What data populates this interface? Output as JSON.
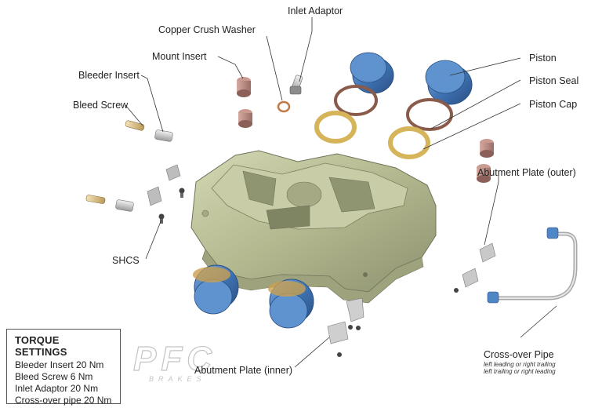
{
  "labels": {
    "inlet_adaptor": "Inlet Adaptor",
    "copper_crush_washer": "Copper Crush Washer",
    "mount_insert": "Mount Insert",
    "bleeder_insert": "Bleeder Insert",
    "bleed_screw": "Bleed Screw",
    "piston": "Piston",
    "piston_seal": "Piston Seal",
    "piston_cap": "Piston Cap",
    "abutment_plate_outer": "Abutment Plate (outer)",
    "shcs": "SHCS",
    "crossover_pipe": "Cross-over Pipe",
    "crossover_note_1": "left leading or right trailing",
    "crossover_note_2": "left trailing or right leading",
    "abutment_plate_inner": "Abutment Plate (inner)"
  },
  "torque": {
    "title": "TORQUE SETTINGS",
    "rows": [
      "Bleeder Insert 20 Nm",
      "Bleed Screw 6 Nm",
      "Inlet Adaptor 20 Nm",
      "Cross-over pipe 20 Nm"
    ]
  },
  "watermark": {
    "logo": "PFC",
    "sub": "BRAKES"
  },
  "colors": {
    "caliper": "#b9bd97",
    "piston": "#3f74b4",
    "seal": "#8a5a4a",
    "cap": "#d6b45a",
    "insert": "#b58a7e"
  }
}
